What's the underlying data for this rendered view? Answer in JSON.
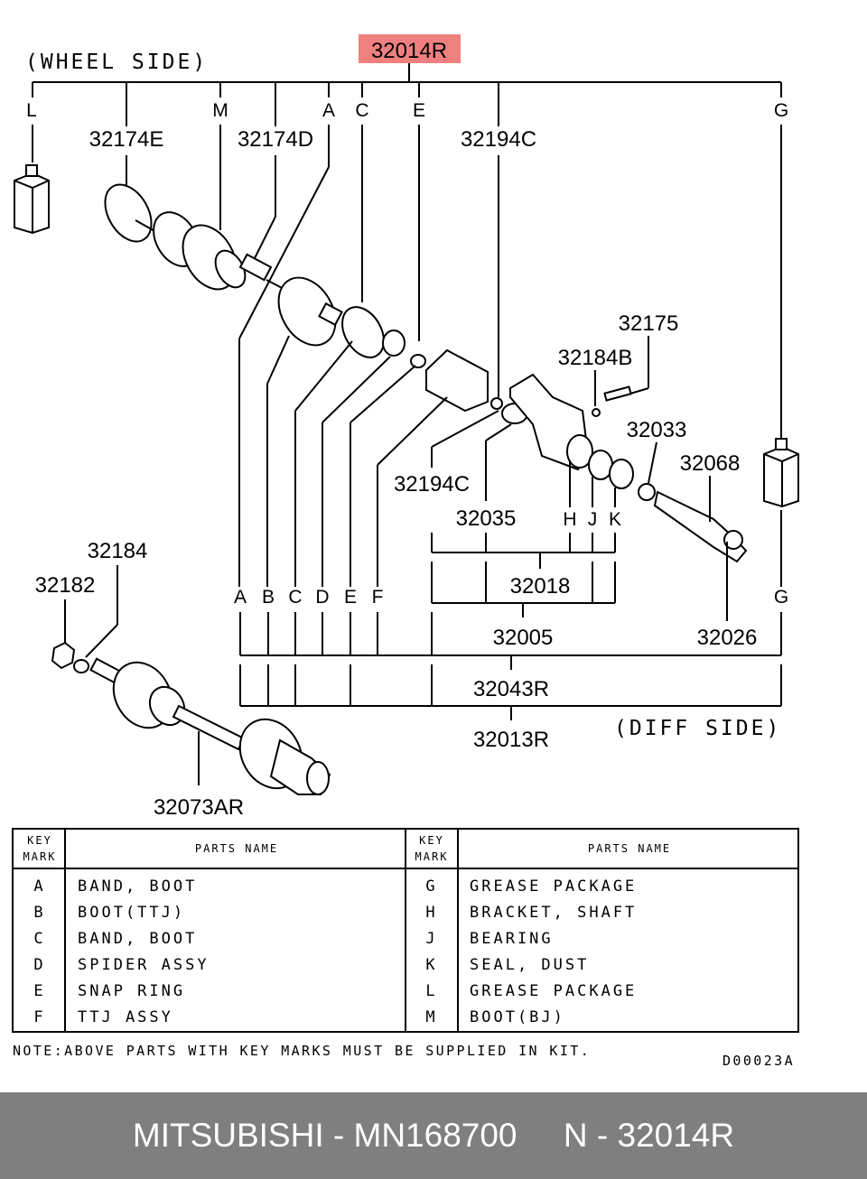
{
  "diagram": {
    "main_part": "32014R",
    "wheel_side": "(WHEEL SIDE)",
    "diff_side": "(DIFF SIDE)",
    "top_keys": {
      "L": "L",
      "M": "M",
      "A": "A",
      "C": "C",
      "E": "E",
      "G": "G"
    },
    "part_numbers": {
      "p32174E": "32174E",
      "p32174D": "32174D",
      "p32194C_top": "32194C",
      "p32175": "32175",
      "p32184B": "32184B",
      "p32033": "32033",
      "p32068": "32068",
      "p32194C_mid": "32194C",
      "p32035": "32035",
      "p32018": "32018",
      "p32005": "32005",
      "p32026": "32026",
      "p32043R": "32043R",
      "p32013R": "32013R",
      "p32184": "32184",
      "p32182": "32182",
      "p32073AR": "32073AR"
    },
    "small_keys": {
      "H": "H",
      "J": "J",
      "K": "K"
    },
    "bottom_keys": [
      "A",
      "B",
      "C",
      "D",
      "E",
      "F",
      "G"
    ]
  },
  "table": {
    "header_key": [
      "KEY",
      "MARK"
    ],
    "header_name": "PARTS NAME",
    "left_rows": [
      {
        "key": "A",
        "name": "BAND, BOOT"
      },
      {
        "key": "B",
        "name": "BOOT(TTJ)"
      },
      {
        "key": "C",
        "name": "BAND, BOOT"
      },
      {
        "key": "D",
        "name": "SPIDER ASSY"
      },
      {
        "key": "E",
        "name": "SNAP RING"
      },
      {
        "key": "F",
        "name": "TTJ ASSY"
      }
    ],
    "right_rows": [
      {
        "key": "G",
        "name": "GREASE PACKAGE"
      },
      {
        "key": "H",
        "name": "BRACKET, SHAFT"
      },
      {
        "key": "J",
        "name": "BEARING"
      },
      {
        "key": "K",
        "name": "SEAL, DUST"
      },
      {
        "key": "L",
        "name": "GREASE PACKAGE"
      },
      {
        "key": "M",
        "name": "BOOT(BJ)"
      }
    ]
  },
  "note": "NOTE:ABOVE PARTS WITH KEY MARKS MUST BE SUPPLIED IN KIT.",
  "diagram_code": "D00023A",
  "footer": {
    "text": "MITSUBISHI - MN168700     N - 32014R"
  },
  "colors": {
    "highlight": "#f08080",
    "footer_bg": "#7f7f7f",
    "footer_text": "#ffffff"
  }
}
